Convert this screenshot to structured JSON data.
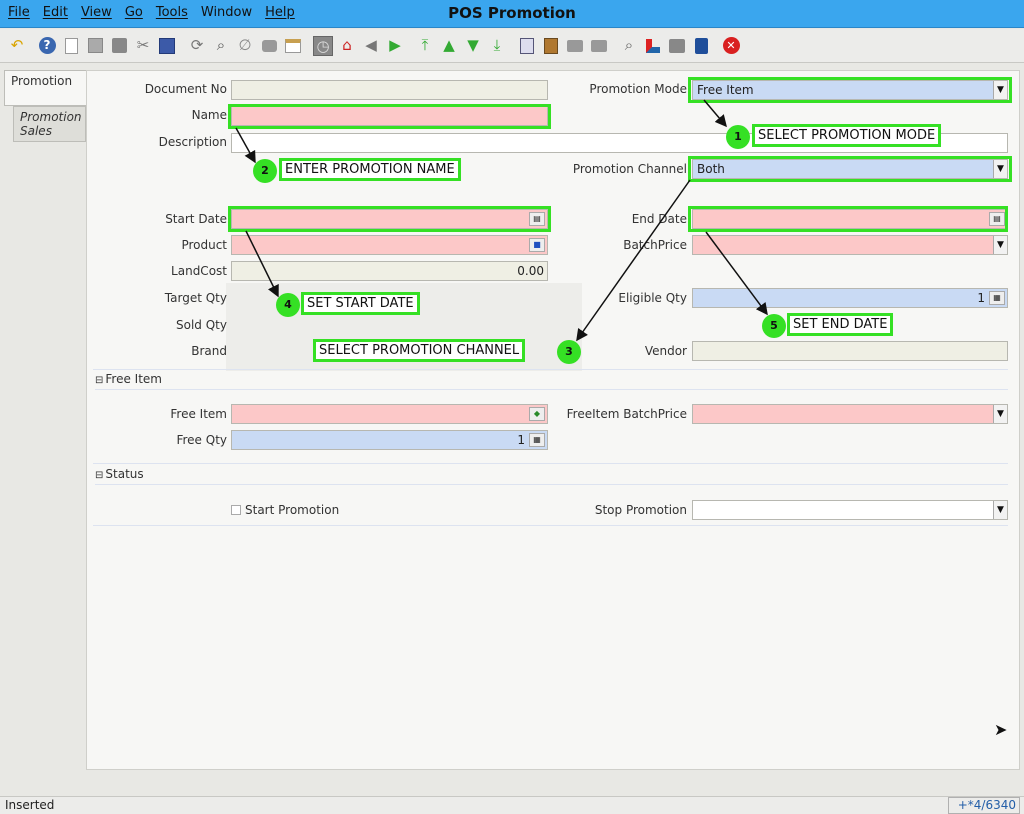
{
  "window": {
    "title": "POS Promotion"
  },
  "menu": [
    "File",
    "Edit",
    "View",
    "Go",
    "Tools",
    "Window",
    "Help"
  ],
  "toolbar": {
    "icons": [
      "undo-icon",
      "help-icon",
      "new-icon",
      "copy-icon",
      "delete-icon",
      "delete-selection-icon",
      "save-icon",
      "refresh-icon",
      "find-icon",
      "attachment-icon",
      "chat-icon",
      "multi-view-icon",
      "history-icon",
      "home-icon",
      "back-icon",
      "forward-icon",
      "first-record-icon",
      "previous-record-icon",
      "next-record-icon",
      "last-record-icon",
      "report-icon",
      "archive-icon",
      "print-preview-icon",
      "print-icon",
      "zoom-across-icon",
      "request-icon",
      "product-info-icon",
      "workflow-icon",
      "close-window-icon"
    ]
  },
  "tabs": [
    {
      "label": "Promotion"
    },
    {
      "label": "Promotion Sales"
    }
  ],
  "form": {
    "document_no": {
      "label": "Document No",
      "value": ""
    },
    "name": {
      "label": "Name",
      "value": ""
    },
    "description": {
      "label": "Description",
      "value": ""
    },
    "promotion_mode": {
      "label": "Promotion Mode",
      "value": "Free Item"
    },
    "promotion_channel": {
      "label": "Promotion Channel",
      "value": "Both"
    },
    "start_date": {
      "label": "Start Date",
      "value": ""
    },
    "end_date": {
      "label": "End Date",
      "value": ""
    },
    "product": {
      "label": "Product",
      "value": ""
    },
    "batch_price": {
      "label": "BatchPrice",
      "value": ""
    },
    "land_cost": {
      "label": "LandCost",
      "value": "0.00"
    },
    "target_qty": {
      "label": "Target Qty",
      "value": ""
    },
    "eligible_qty": {
      "label": "Eligible Qty",
      "value": "1"
    },
    "sold_qty": {
      "label": "Sold Qty",
      "value": ""
    },
    "brand": {
      "label": "Brand",
      "value": ""
    },
    "vendor": {
      "label": "Vendor",
      "value": ""
    }
  },
  "sections": {
    "free_item": {
      "title": "Free Item"
    },
    "status": {
      "title": "Status"
    }
  },
  "free_item": {
    "free_item": {
      "label": "Free Item",
      "value": ""
    },
    "free_item_batch_price": {
      "label": "FreeItem BatchPrice",
      "value": ""
    },
    "free_qty": {
      "label": "Free Qty",
      "value": "1"
    }
  },
  "status": {
    "start_promotion": {
      "label": "Start Promotion",
      "checked": false
    },
    "stop_promotion": {
      "label": "Stop Promotion",
      "value": ""
    }
  },
  "callouts": [
    {
      "num": "1",
      "text": "SELECT PROMOTION MODE"
    },
    {
      "num": "2",
      "text": "ENTER PROMOTION NAME"
    },
    {
      "num": "3",
      "text": "SELECT PROMOTION CHANNEL"
    },
    {
      "num": "4",
      "text": "SET START DATE"
    },
    {
      "num": "5",
      "text": "SET END DATE"
    }
  ],
  "statusbar": {
    "left": "Inserted",
    "right": "+*4/6340"
  },
  "colors": {
    "titlebar": "#3aa6ee",
    "mandatory": "#fcc8c8",
    "selected": "#c9daf4",
    "annotation_green": "#35e024"
  }
}
